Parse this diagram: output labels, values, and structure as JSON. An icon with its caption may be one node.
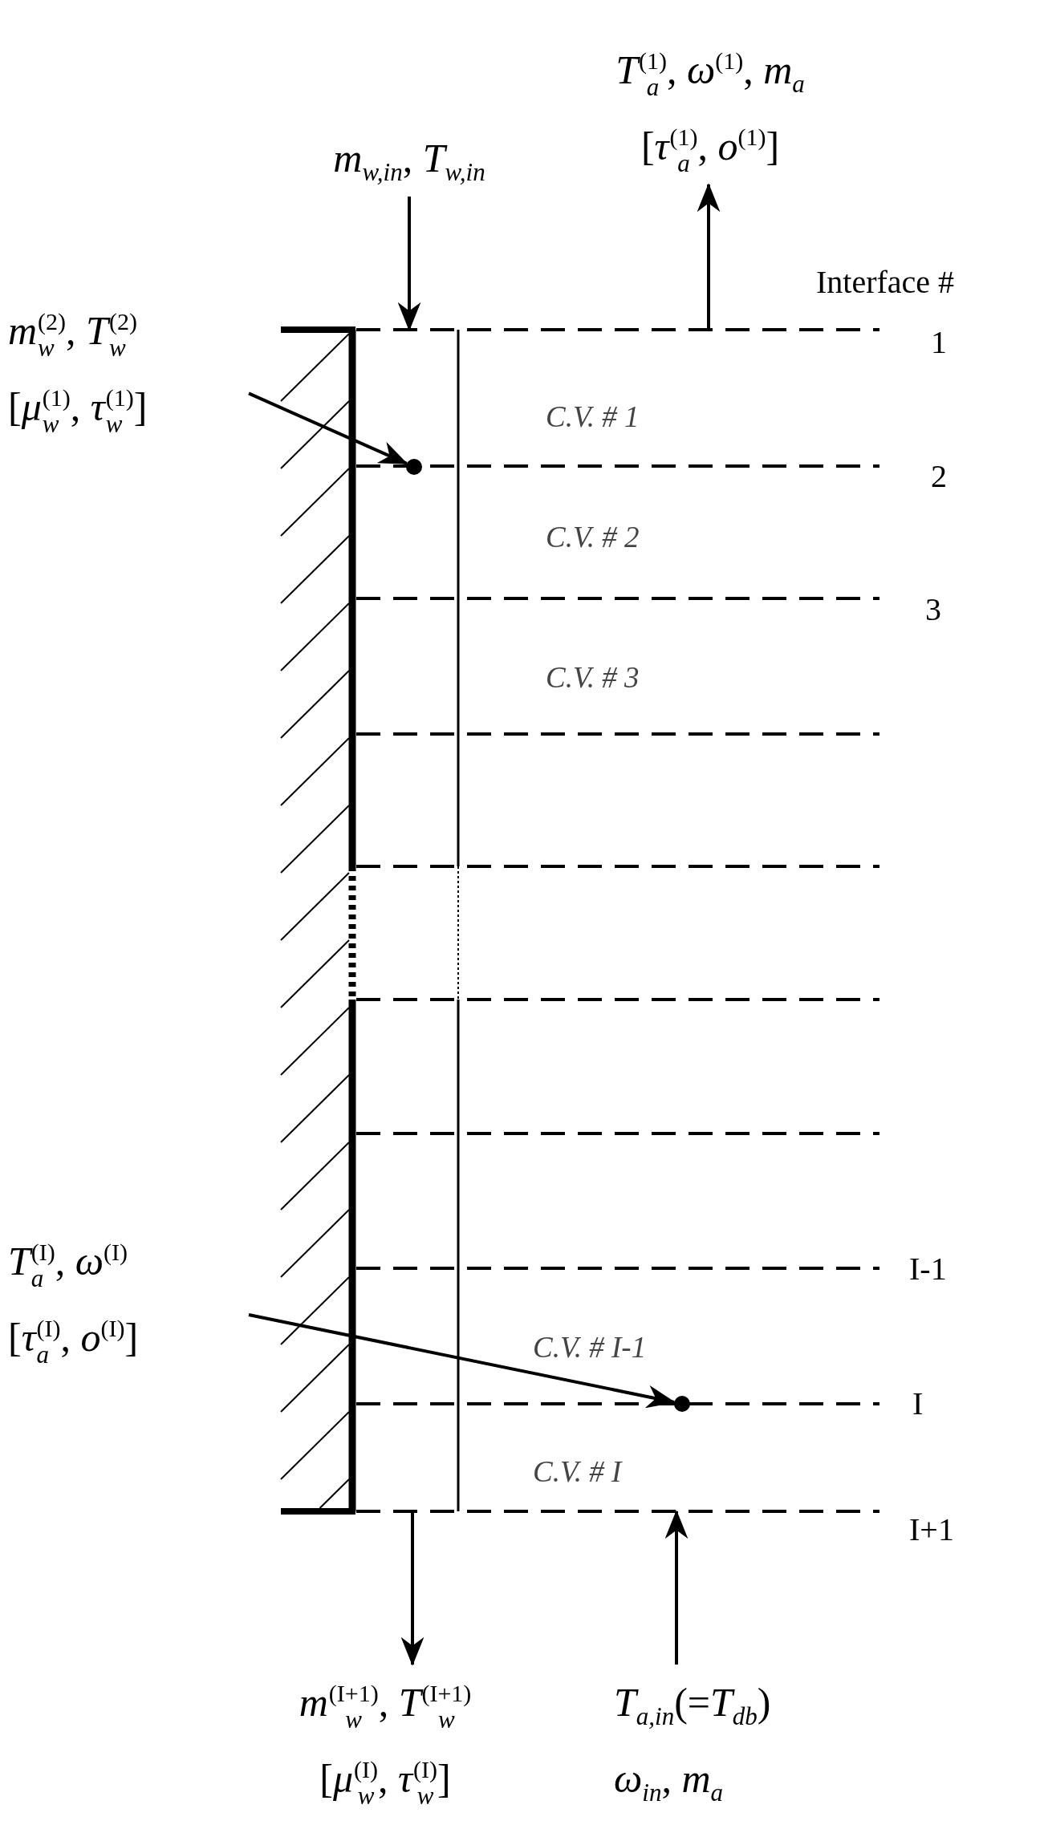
{
  "diagram": {
    "nodes": [
      {
        "text": [
          "*m*$_{w,in}$, *T*$_{w,in}$"
        ]
      },
      {
        "text": [
          "*T*$^{(1)}$$_{a}$, *ω*$^{(1)}$, *m*$_{a}$",
          "[*τ*$^{(1)}$$_{a}$, *o*$^{(1)}$]"
        ]
      },
      {
        "text": [
          "*m*$^{(2)}$$_{w}$, *T*$^{(2)}$$_{w}$",
          "[*μ*$^{(1)}$$_{w}$, *τ*$^{(1)}$$_{w}$]"
        ]
      },
      {
        "text": [],
        "shape": "circle"
      },
      {
        "text": [
          "*T*$^{(I)}$$_{a}$, *ω*$^{(I)}$",
          "[*τ*$^{(I)}$$_{a}$, *o*$^{(I)}$]"
        ]
      },
      {
        "text": [],
        "shape": "circle"
      },
      {
        "text": [
          "*m*$^{(I+1)}$$_{w}$, *T*$^{(I+1)}$$_{w}$",
          "[*μ*$^{(I)}$$_{w}$, *τ*$^{(I)}$$_{w}$]"
        ]
      },
      {
        "text": [
          "*T*$_{a,in}$(=*T*$_{db}$)",
          "*ω*$_{in}$, *m*$_{a}$"
        ]
      }
    ],
    "edges": [
      {
        "from": 0,
        "to": null,
        "arrow": "to"
      },
      {
        "from": null,
        "to": 1,
        "arrow": "to"
      },
      {
        "from": 2,
        "to": 3,
        "arrow": "to"
      },
      {
        "from": 4,
        "to": 5,
        "arrow": "to"
      },
      {
        "from": null,
        "to": 6,
        "arrow": "to"
      },
      {
        "from": 7,
        "to": null,
        "arrow": "to"
      }
    ],
    "labels": [
      "Interface #",
      "1",
      "C.V. # 1",
      "2",
      "C.V. # 2",
      "3",
      "C.V. # 3",
      "I-1",
      "C.V. # I-1",
      "I",
      "C.V. # I",
      "I+1"
    ]
  }
}
